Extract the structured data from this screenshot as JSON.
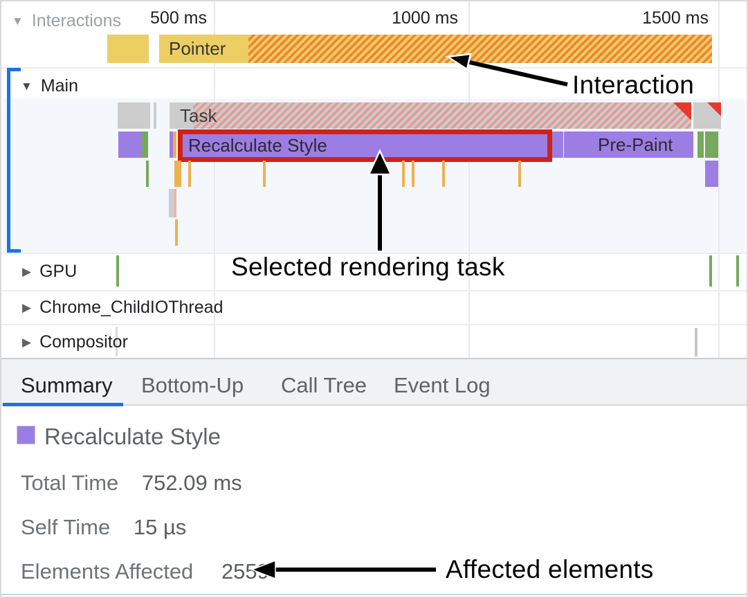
{
  "ruler": {
    "ticks": [
      "500 ms",
      "1000 ms",
      "1500 ms"
    ]
  },
  "tracks": {
    "interactions": {
      "label": "Interactions",
      "pointer": "Pointer"
    },
    "main": {
      "label": "Main",
      "task": "Task",
      "recalculate_style": "Recalculate Style",
      "pre_paint": "Pre-Paint"
    },
    "gpu": {
      "label": "GPU"
    },
    "chrome_childiothread": {
      "label": "Chrome_ChildIOThread"
    },
    "compositor": {
      "label": "Compositor"
    }
  },
  "tabs": [
    {
      "label": "Summary",
      "active": true
    },
    {
      "label": "Bottom-Up",
      "active": false
    },
    {
      "label": "Call Tree",
      "active": false
    },
    {
      "label": "Event Log",
      "active": false
    }
  ],
  "summary": {
    "title": "Recalculate Style",
    "rows": [
      {
        "label": "Total Time",
        "value": "752.09 ms"
      },
      {
        "label": "Self Time",
        "value": "15 µs"
      },
      {
        "label": "Elements Affected",
        "value": "2559"
      }
    ]
  },
  "annotations": {
    "interaction": "Interaction",
    "selected_task": "Selected rendering task",
    "affected_elements": "Affected elements"
  },
  "colors": {
    "accent_blue": "#1a73e8",
    "selection_red": "#cd2317",
    "purple": "#9c7de4",
    "yellow": "#ecce62",
    "orange_stripe": "#ee8336",
    "task_gray": "#cdcdcd",
    "task_stripe_red": "#e79a94",
    "green": "#76a85e",
    "orange_tick": "#edb14f"
  }
}
